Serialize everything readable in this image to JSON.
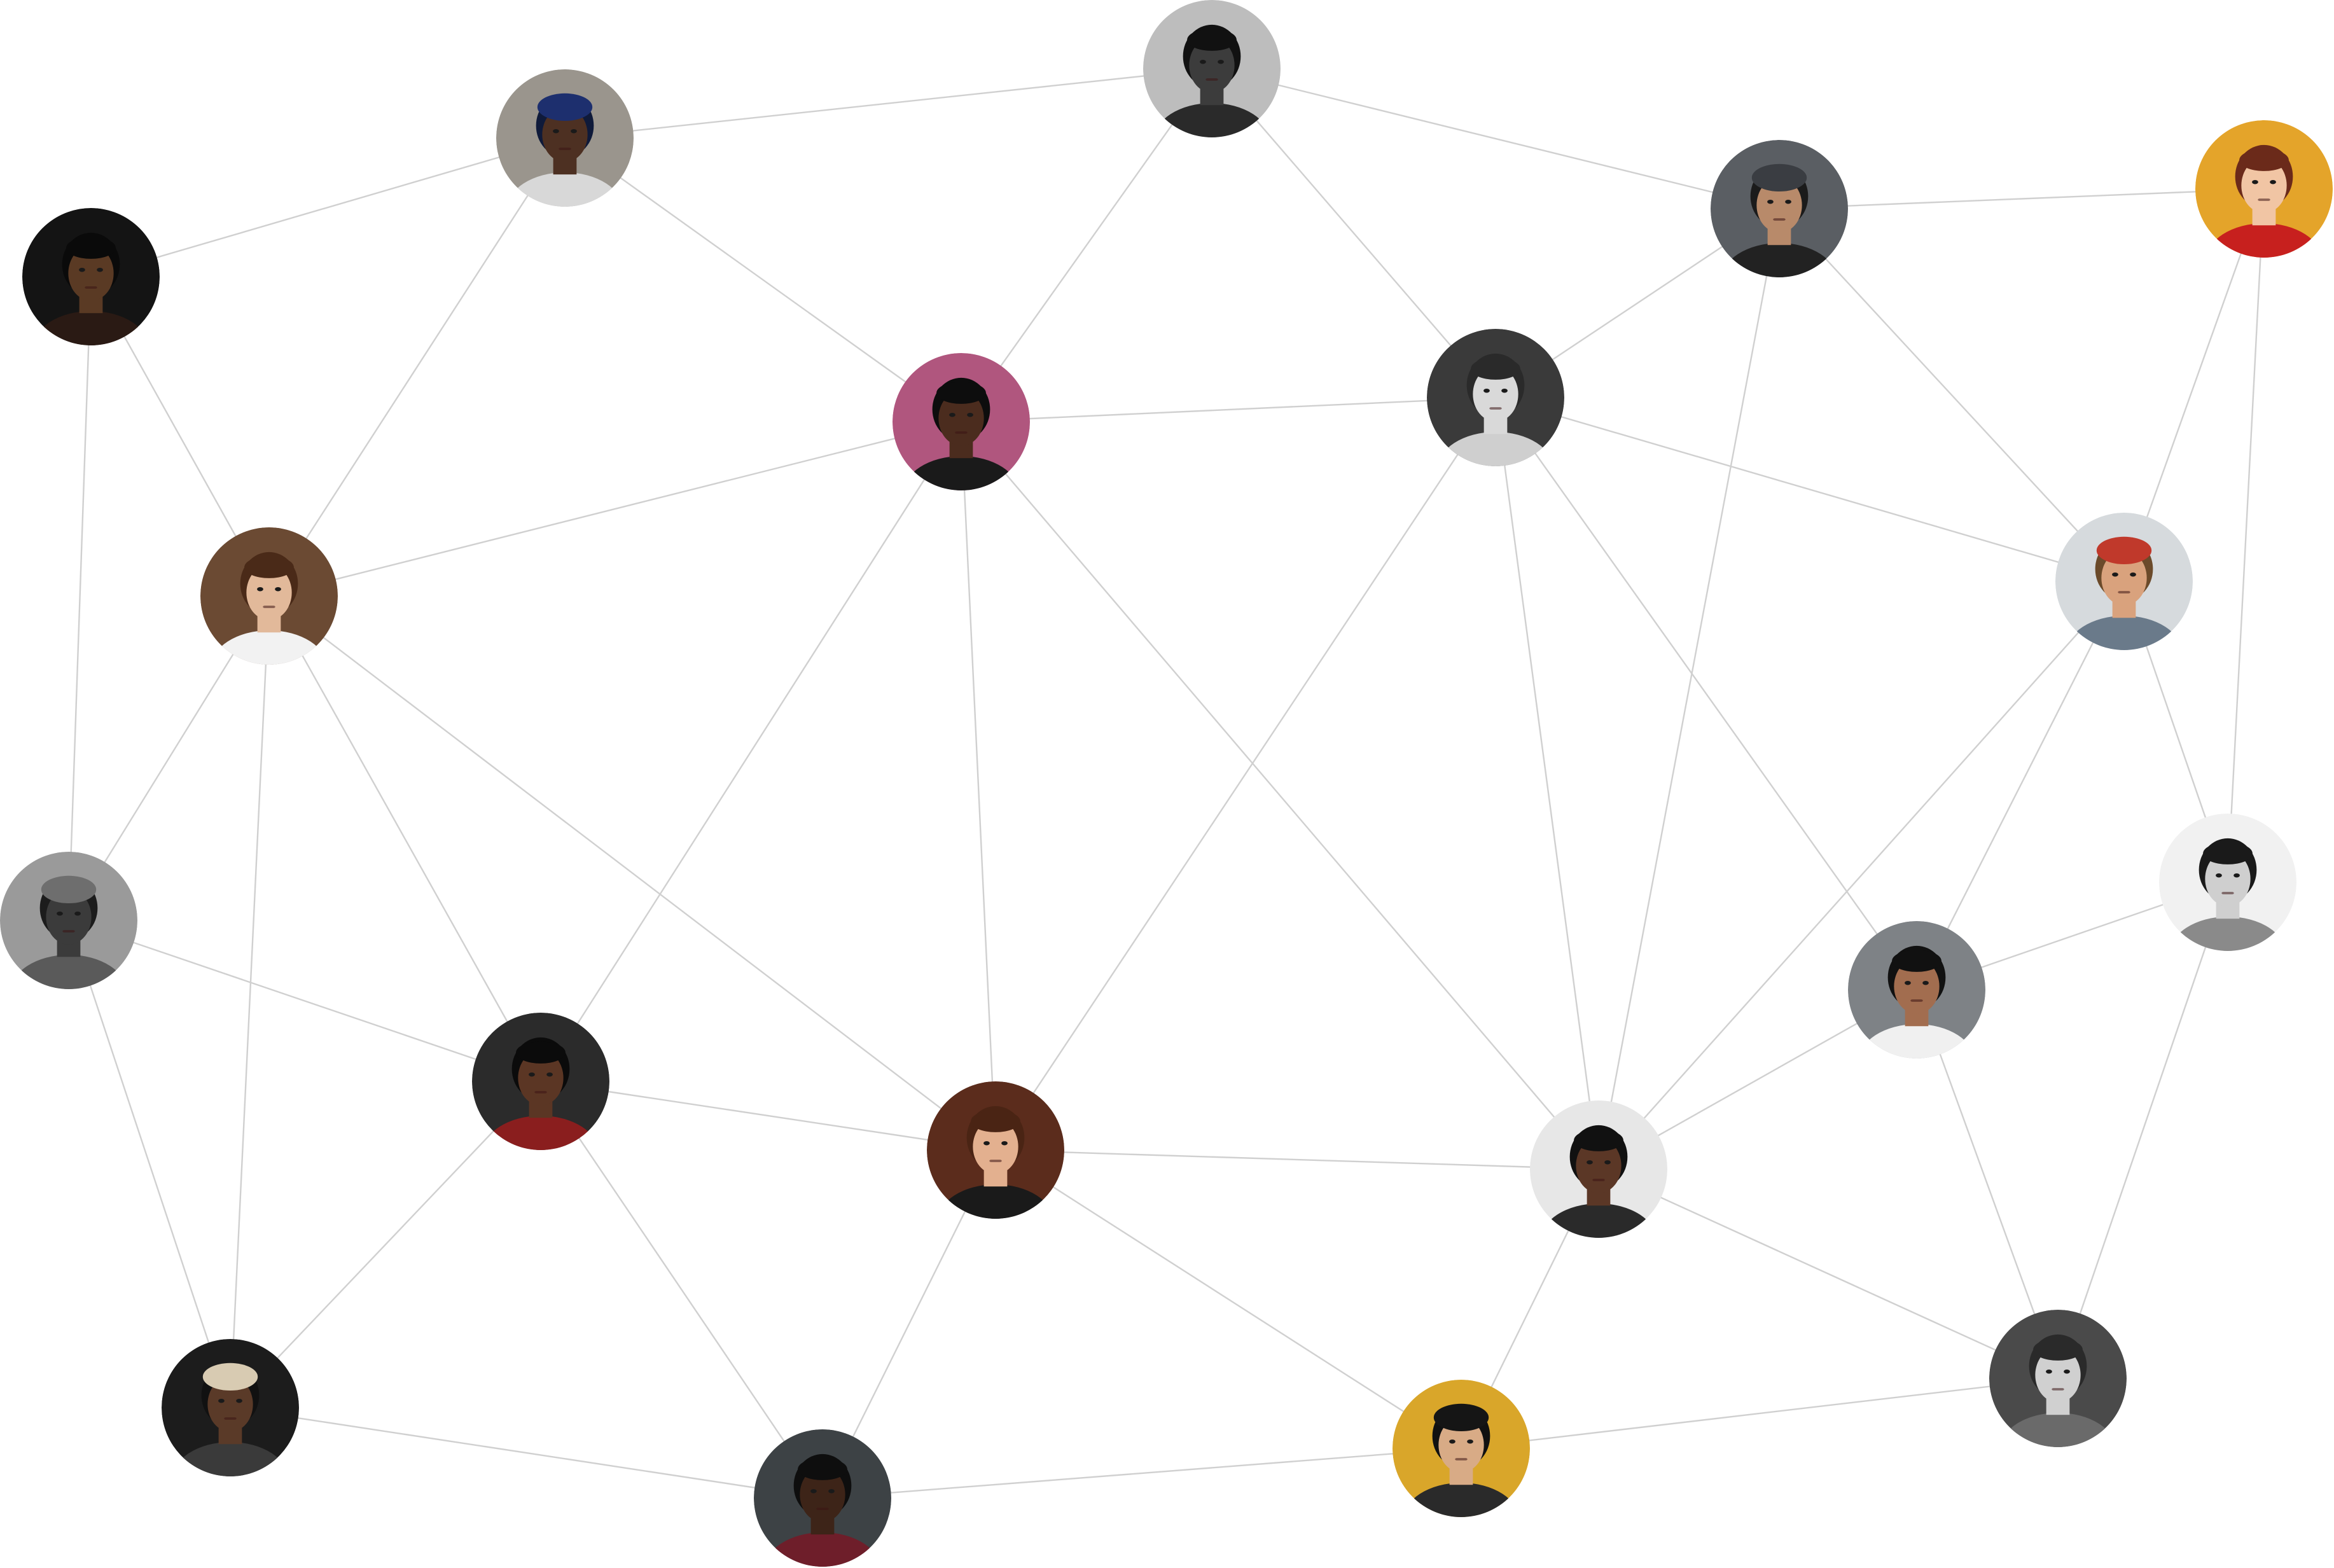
{
  "diagram": {
    "type": "social-network-graph",
    "background": "#ffffff",
    "edge_color": "#d0d0d0",
    "nodes": [
      {
        "id": "n1",
        "icon": "person-portrait-icon",
        "tone": "dark",
        "bg": "#141414",
        "skin": "#5a3a24",
        "hair": "#0a0a0a",
        "shirt": "#2a1a14",
        "hat": ""
      },
      {
        "id": "n2",
        "icon": "person-portrait-icon",
        "tone": "grey",
        "bg": "#9a958d",
        "skin": "#4d3022",
        "hair": "#0f1a3a",
        "shirt": "#d8d8d8",
        "hat": "#1d2f6e"
      },
      {
        "id": "n3",
        "icon": "person-portrait-icon",
        "tone": "mono",
        "bg": "#bdbdbd",
        "skin": "#3c3c3c",
        "hair": "#111111",
        "shirt": "#2a2a2a",
        "hat": ""
      },
      {
        "id": "n4",
        "icon": "person-portrait-icon",
        "tone": "slate",
        "bg": "#5a5e63",
        "skin": "#b88a6a",
        "hair": "#1b1b1b",
        "shirt": "#222222",
        "hat": "#3a3d42"
      },
      {
        "id": "n5",
        "icon": "person-portrait-icon",
        "tone": "orange",
        "bg": "#e4a42a",
        "skin": "#f1c5a4",
        "hair": "#6b2a1a",
        "shirt": "#c7201e",
        "hat": ""
      },
      {
        "id": "n6",
        "icon": "person-portrait-icon",
        "tone": "pink",
        "bg": "#b0567e",
        "skin": "#4b2c1e",
        "hair": "#0d0d0d",
        "shirt": "#1a1a1a",
        "hat": ""
      },
      {
        "id": "n7",
        "icon": "person-portrait-icon",
        "tone": "mono",
        "bg": "#3a3a3a",
        "skin": "#d9d9d9",
        "hair": "#2a2a2a",
        "shirt": "#cfcfcf",
        "hat": ""
      },
      {
        "id": "n8",
        "icon": "person-portrait-icon",
        "tone": "warm",
        "bg": "#6b4a33",
        "skin": "#e2b99a",
        "hair": "#4a2a18",
        "shirt": "#f2f2f2",
        "hat": ""
      },
      {
        "id": "n9",
        "icon": "person-portrait-icon",
        "tone": "pale",
        "bg": "#d6dadd",
        "skin": "#d9a27d",
        "hair": "#6b4a2a",
        "shirt": "#6a7a8a",
        "hat": "#c0392b"
      },
      {
        "id": "n10",
        "icon": "person-portrait-icon",
        "tone": "mono",
        "bg": "#9a9a9a",
        "skin": "#3b3b3b",
        "hair": "#1c1c1c",
        "shirt": "#5a5a5a",
        "hat": "#6e6e6e"
      },
      {
        "id": "n11",
        "icon": "person-portrait-icon",
        "tone": "mono",
        "bg": "#f1f1f1",
        "skin": "#cfcfcf",
        "hair": "#1a1a1a",
        "shirt": "#8a8a8a",
        "hat": ""
      },
      {
        "id": "n12",
        "icon": "person-portrait-icon",
        "tone": "grey",
        "bg": "#7e8286",
        "skin": "#a26d4f",
        "hair": "#111111",
        "shirt": "#f0f0f0",
        "hat": ""
      },
      {
        "id": "n13",
        "icon": "person-portrait-icon",
        "tone": "dark",
        "bg": "#2b2b2b",
        "skin": "#5b3624",
        "hair": "#0b0b0b",
        "shirt": "#8a1e1e",
        "hat": ""
      },
      {
        "id": "n14",
        "icon": "person-portrait-icon",
        "tone": "warm",
        "bg": "#5b2c1c",
        "skin": "#e3b08f",
        "hair": "#4a2414",
        "shirt": "#1a1a1a",
        "hat": ""
      },
      {
        "id": "n15",
        "icon": "person-portrait-icon",
        "tone": "light",
        "bg": "#e7e7e7",
        "skin": "#5b3726",
        "hair": "#111111",
        "shirt": "#2a2a2a",
        "hat": ""
      },
      {
        "id": "n16",
        "icon": "person-portrait-icon",
        "tone": "dark",
        "bg": "#1c1c1c",
        "skin": "#5a3a28",
        "hair": "#111111",
        "shirt": "#3a3a3a",
        "hat": "#d8cbb2"
      },
      {
        "id": "n17",
        "icon": "person-portrait-icon",
        "tone": "slate",
        "bg": "#3d4245",
        "skin": "#3d2418",
        "hair": "#0e0e0e",
        "shirt": "#6e1e2a",
        "hat": ""
      },
      {
        "id": "n18",
        "icon": "person-portrait-icon",
        "tone": "yellow",
        "bg": "#d9a62a",
        "skin": "#d8ab86",
        "hair": "#111111",
        "shirt": "#2a2a2a",
        "hat": "#151515"
      },
      {
        "id": "n19",
        "icon": "person-portrait-icon",
        "tone": "mono",
        "bg": "#4a4a4a",
        "skin": "#d0d0d0",
        "hair": "#2a2a2a",
        "shirt": "#6a6a6a",
        "hat": ""
      }
    ],
    "edges": [
      [
        "n1",
        "n2"
      ],
      [
        "n1",
        "n8"
      ],
      [
        "n1",
        "n10"
      ],
      [
        "n2",
        "n3"
      ],
      [
        "n2",
        "n6"
      ],
      [
        "n2",
        "n8"
      ],
      [
        "n3",
        "n6"
      ],
      [
        "n3",
        "n4"
      ],
      [
        "n3",
        "n7"
      ],
      [
        "n4",
        "n7"
      ],
      [
        "n4",
        "n5"
      ],
      [
        "n4",
        "n9"
      ],
      [
        "n4",
        "n15"
      ],
      [
        "n5",
        "n9"
      ],
      [
        "n5",
        "n11"
      ],
      [
        "n6",
        "n7"
      ],
      [
        "n6",
        "n8"
      ],
      [
        "n6",
        "n13"
      ],
      [
        "n6",
        "n14"
      ],
      [
        "n6",
        "n15"
      ],
      [
        "n7",
        "n9"
      ],
      [
        "n7",
        "n14"
      ],
      [
        "n7",
        "n15"
      ],
      [
        "n7",
        "n12"
      ],
      [
        "n8",
        "n10"
      ],
      [
        "n8",
        "n13"
      ],
      [
        "n8",
        "n14"
      ],
      [
        "n8",
        "n16"
      ],
      [
        "n9",
        "n15"
      ],
      [
        "n9",
        "n12"
      ],
      [
        "n9",
        "n11"
      ],
      [
        "n10",
        "n13"
      ],
      [
        "n10",
        "n16"
      ],
      [
        "n11",
        "n12"
      ],
      [
        "n11",
        "n19"
      ],
      [
        "n12",
        "n15"
      ],
      [
        "n12",
        "n19"
      ],
      [
        "n13",
        "n14"
      ],
      [
        "n13",
        "n16"
      ],
      [
        "n13",
        "n17"
      ],
      [
        "n14",
        "n15"
      ],
      [
        "n14",
        "n17"
      ],
      [
        "n14",
        "n18"
      ],
      [
        "n15",
        "n18"
      ],
      [
        "n15",
        "n19"
      ],
      [
        "n16",
        "n17"
      ],
      [
        "n17",
        "n18"
      ],
      [
        "n18",
        "n19"
      ]
    ]
  }
}
